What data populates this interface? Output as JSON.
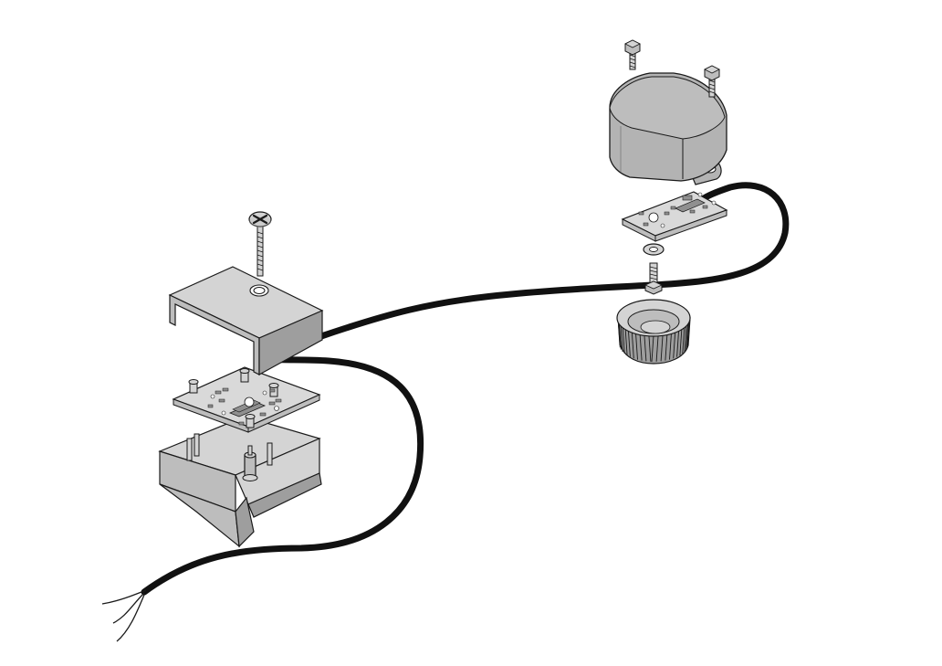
{
  "diagram": {
    "colors": {
      "background": "#ffffff",
      "outline": "#1a1a1a",
      "metal_light": "#d4d4d4",
      "metal_mid": "#bdbdbd",
      "metal_dark": "#9e9e9e",
      "housing": "#b3b3b3",
      "housing_dark": "#8f8f8f",
      "pcb": "#d9d9d9",
      "cable": "#111111",
      "wire": "#1a1a1a"
    },
    "components": [
      {
        "name": "mounting-screw",
        "icon": "phillips-screw-icon"
      },
      {
        "name": "sensor-cover-bracket",
        "icon": "u-channel-icon"
      },
      {
        "name": "sensor-pcb",
        "icon": "circuit-board-icon"
      },
      {
        "name": "sensor-base-bracket",
        "icon": "bracket-icon"
      },
      {
        "name": "connection-cable",
        "icon": "cable-icon"
      },
      {
        "name": "loose-wire-ends",
        "icon": "wires-icon"
      },
      {
        "name": "magnet-housing",
        "icon": "housing-icon"
      },
      {
        "name": "housing-hex-bolts",
        "icon": "hex-bolt-icon"
      },
      {
        "name": "magnet-pcb",
        "icon": "circuit-board-icon"
      },
      {
        "name": "washer",
        "icon": "washer-icon"
      },
      {
        "name": "threaded-stud",
        "icon": "bolt-icon"
      },
      {
        "name": "knurled-knob",
        "icon": "knob-icon"
      }
    ]
  }
}
